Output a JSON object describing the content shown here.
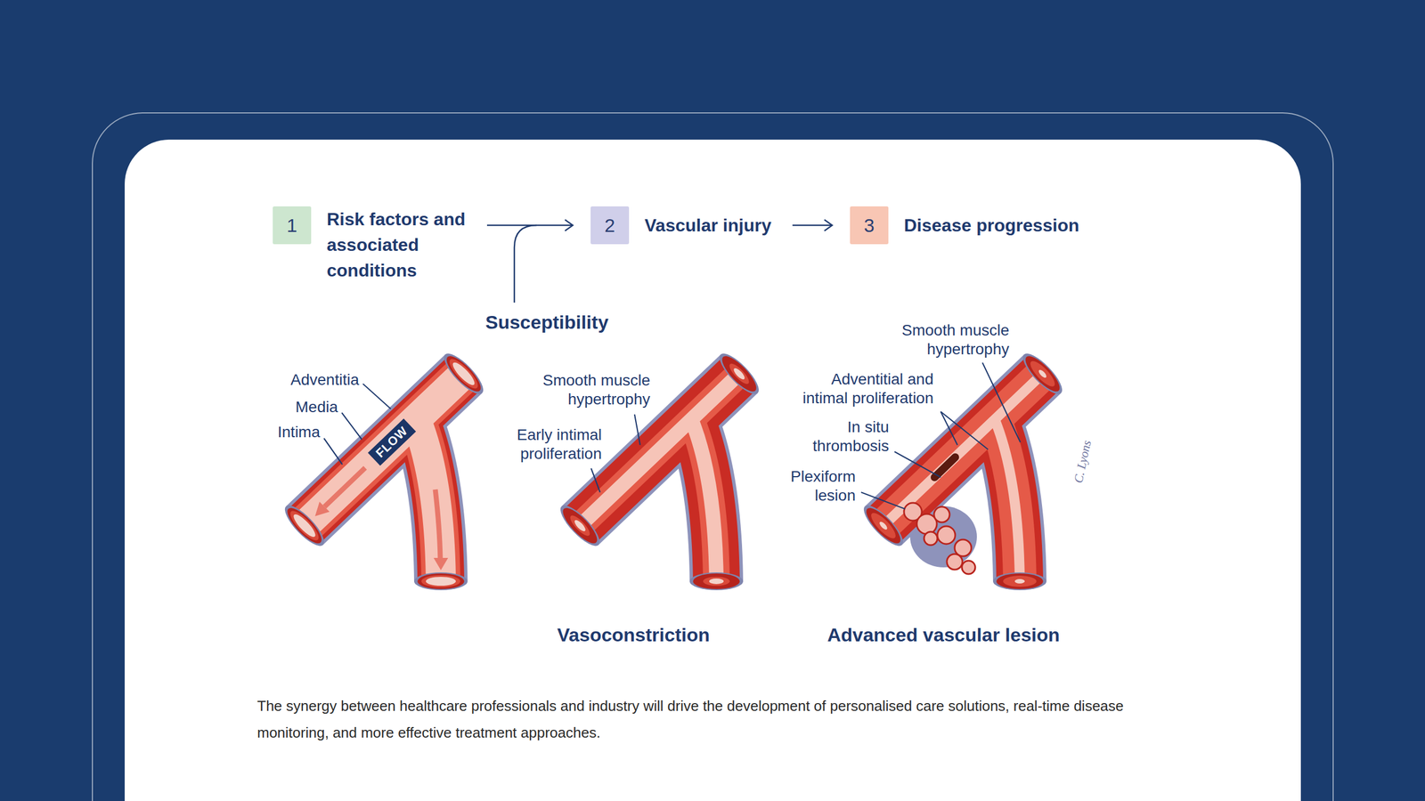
{
  "diagram": {
    "caption": "The synergy between healthcare professionals and industry will drive the development of personalised care solutions, real-time disease monitoring, and more effective treatment approaches.",
    "nodes": [
      {
        "text": [
          "1",
          "Risk factors and associated conditions"
        ]
      },
      {
        "text": [
          "2",
          "Vascular injury"
        ]
      },
      {
        "text": [
          "3",
          "Disease progression"
        ]
      }
    ],
    "edges": [
      {
        "from": 0,
        "to": 1,
        "arrow": "to"
      },
      {
        "from": 1,
        "to": 2,
        "arrow": "to"
      }
    ],
    "labels": [
      "Susceptibility",
      "Adventitia",
      "Media",
      "Intima",
      "FLOW",
      "Smooth muscle hypertrophy",
      "Early intimal proliferation",
      "Vasoconstriction",
      "Smooth muscle hypertrophy",
      "Adventitial and intimal proliferation",
      "In situ thrombosis",
      "Plexiform lesion",
      "C. Lyons",
      "Advanced vascular lesion"
    ]
  }
}
